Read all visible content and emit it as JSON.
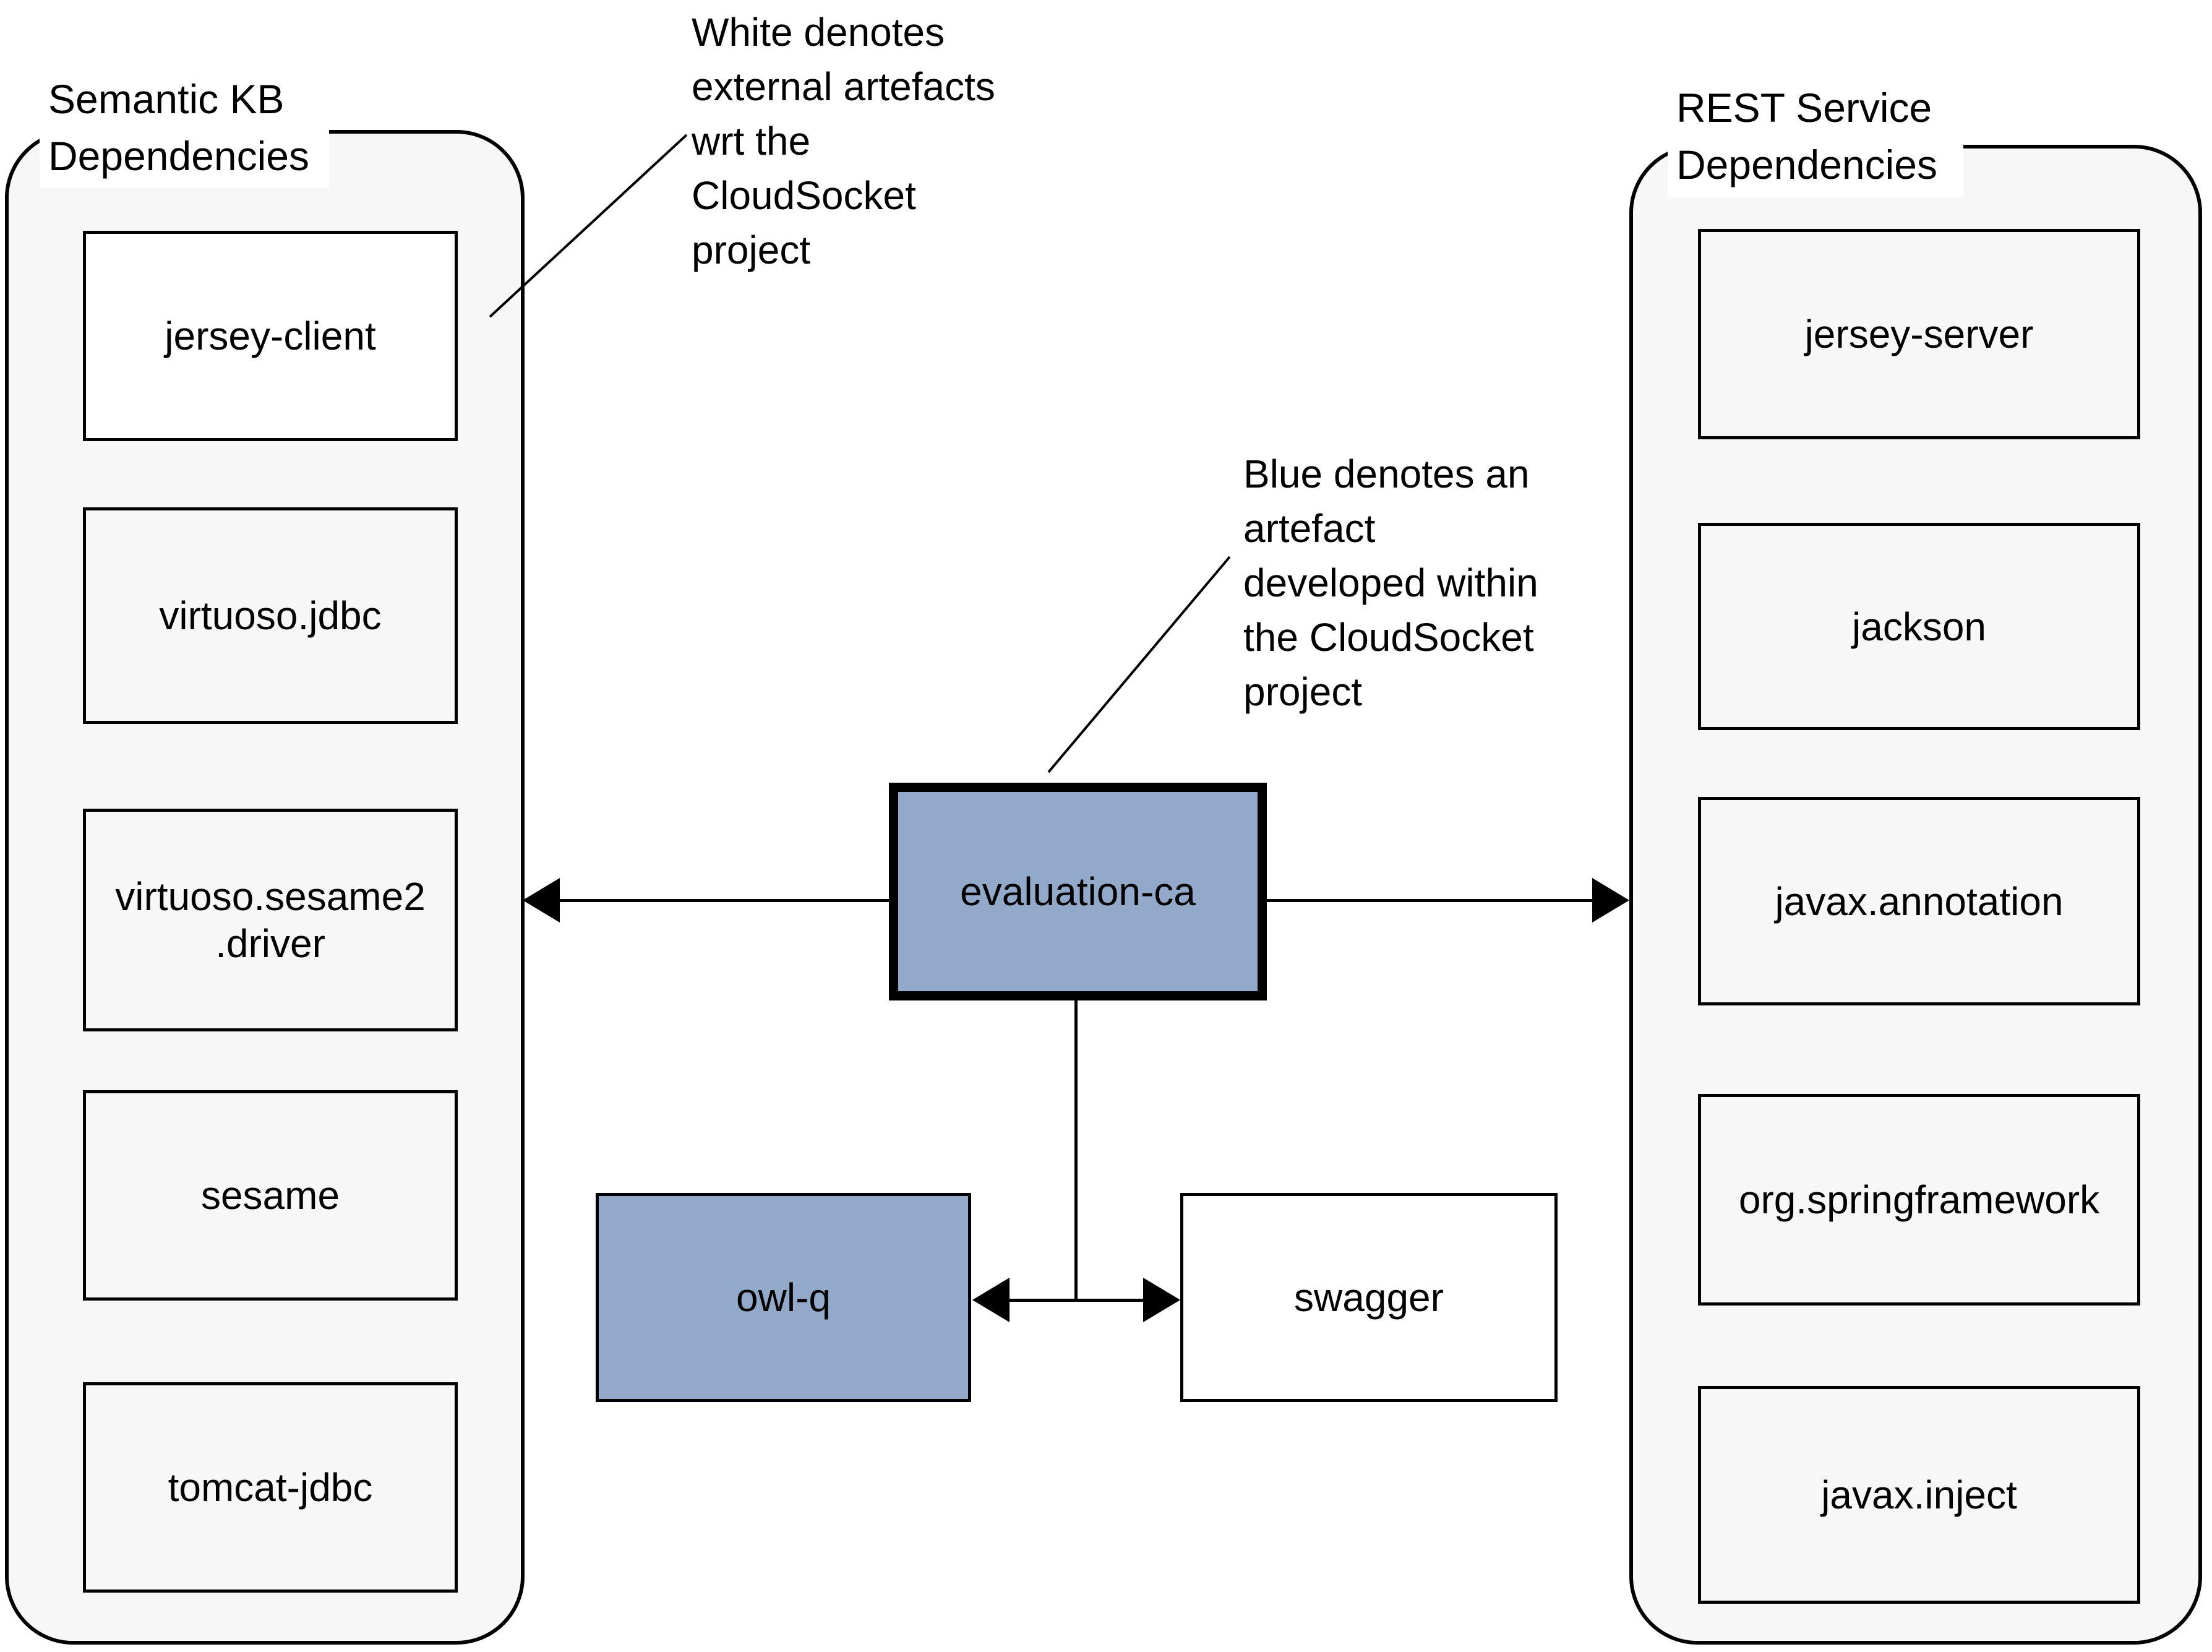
{
  "colors": {
    "artefact_blue": "#93a9c9",
    "panel_gray": "#f7f7f7",
    "external_white": "#ffffff",
    "line_black": "#000000"
  },
  "left_panel": {
    "title": "Semantic KB\nDependencies",
    "items": [
      "jersey-client",
      "virtuoso.jdbc",
      "virtuoso.sesame2\n.driver",
      "sesame",
      "tomcat-jdbc"
    ]
  },
  "right_panel": {
    "title": "REST Service\nDependencies",
    "items": [
      "jersey-server",
      "jackson",
      "javax.annotation",
      "org.springframework",
      "javax.inject"
    ]
  },
  "nodes": {
    "evaluation": "evaluation-ca",
    "owlq": "owl-q",
    "swagger": "swagger"
  },
  "annotations": {
    "white_note": "White denotes\nexternal artefacts\nwrt the\nCloudSocket\nproject",
    "blue_note": "Blue denotes an\nartefact\ndeveloped within\nthe CloudSocket\nproject"
  }
}
